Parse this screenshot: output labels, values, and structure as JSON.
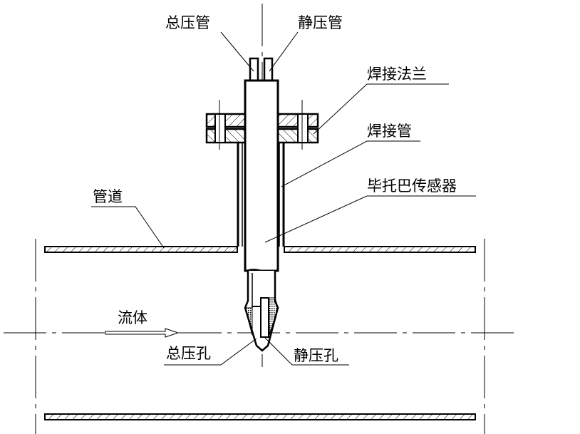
{
  "labels": {
    "total_pressure_tube": "总压管",
    "static_pressure_tube": "静压管",
    "welded_flange": "焊接法兰",
    "welded_pipe": "焊接管",
    "pitot_sensor": "毕托巴传感器",
    "pipeline": "管道",
    "fluid": "流体",
    "total_pressure_hole": "总压孔",
    "static_pressure_hole": "静压孔"
  }
}
